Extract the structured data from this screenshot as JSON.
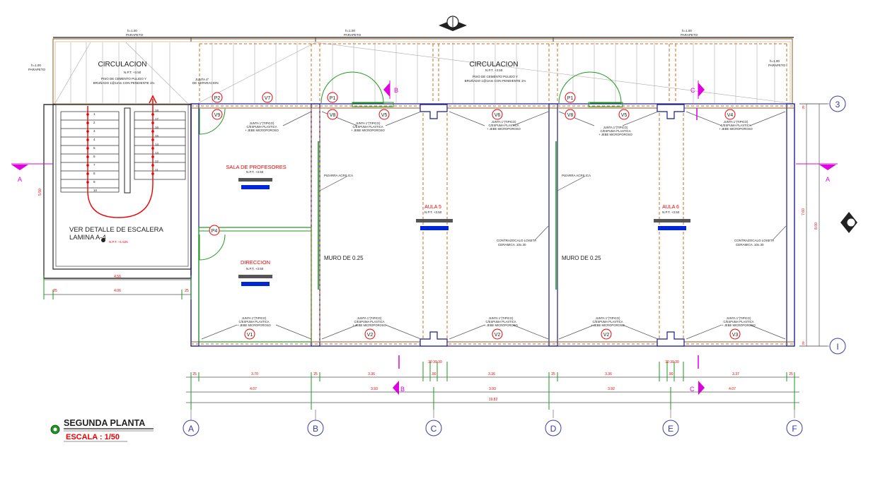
{
  "plan": {
    "title": "SEGUNDA PLANTA",
    "scale": "ESCALA : 1/50"
  },
  "rooms": {
    "circulation_label": "CIRCULACION",
    "circulation_npt": "N.P.T. +3.50",
    "circulation_floor_1": "PISO DE CEMENTO PULIDO  Y",
    "circulation_floor_2": "BRUÑADO 1@1mm CON PENDIENTE 1%",
    "sala_profesores": "SALA DE PROFESORES",
    "sala_npt": "N.P.T. +3.50",
    "direccion": "DIRECCION",
    "direccion_npt": "N.P.T. +3.50",
    "aula5": "AULA 5",
    "aula5_npt": "N.P.T. +3.50",
    "aula6": "AULA 6",
    "aula6_npt": "N.P.T. +3.50",
    "stair_note_1": "VER DETALLE DE ESCALERA",
    "stair_note_2": "LAMINA A-4",
    "stair_npt": "N.P.T. +1.625"
  },
  "notes": {
    "parapeto_label": "h=1.00",
    "parapeto_sub": "PARAPETO",
    "junta_sep": "JUNTA 4\"",
    "junta_sep2": "DE SEPARACION",
    "junta_1": "JUNTA 1\"(TIPICO)",
    "junta_2": "C/ESPUMA PLASTICA",
    "junta_3": "+ JEBE MICROPOROSO",
    "pizarra": "PIZARRA ACRILICA",
    "muro": "MURO DE 0.25",
    "contrazocalo_1": "CONTRAZOCALO LOSETA",
    "contrazocalo_2": "CERAMICA .10x.30"
  },
  "tags": {
    "p1": "P1",
    "p2": "P2",
    "p4": "P4",
    "v1": "V1",
    "v2": "V2",
    "v3": "V3",
    "v4": "V4",
    "v5": "V5",
    "v6": "V6",
    "v7": "V7",
    "v8": "V8",
    "v9": "V9"
  },
  "axes": {
    "vertical": [
      "A",
      "B",
      "C",
      "D",
      "E",
      "F"
    ],
    "horizontal": [
      "3",
      "I"
    ]
  },
  "section_marks": {
    "a": "A",
    "b": "B",
    "c": "C"
  },
  "dimensions": {
    "row1": [
      "25",
      "3.70",
      "25",
      "3.36",
      "3.36",
      "25",
      "3.36",
      "3.37",
      "25"
    ],
    "row1_col": "30 30 30",
    "row1_90": ".90",
    "row2": [
      "4.07",
      "3.93",
      "3.93",
      "3.92",
      "4.07"
    ],
    "total": "19.82",
    "stair_w": "4.56",
    "stair_sub": [
      "25",
      "4.06",
      "25"
    ],
    "left_h": "5.50",
    "right_h": "7.60",
    "right_total": "8.00",
    "right_small": "20"
  },
  "stairs": {
    "left_steps": [
      "1",
      "2",
      "3",
      "4",
      "5",
      "6",
      "7",
      "8",
      "9",
      "10"
    ],
    "right_steps": [
      "18",
      "17",
      "16",
      "15",
      "14",
      "13",
      "12",
      "11"
    ]
  }
}
